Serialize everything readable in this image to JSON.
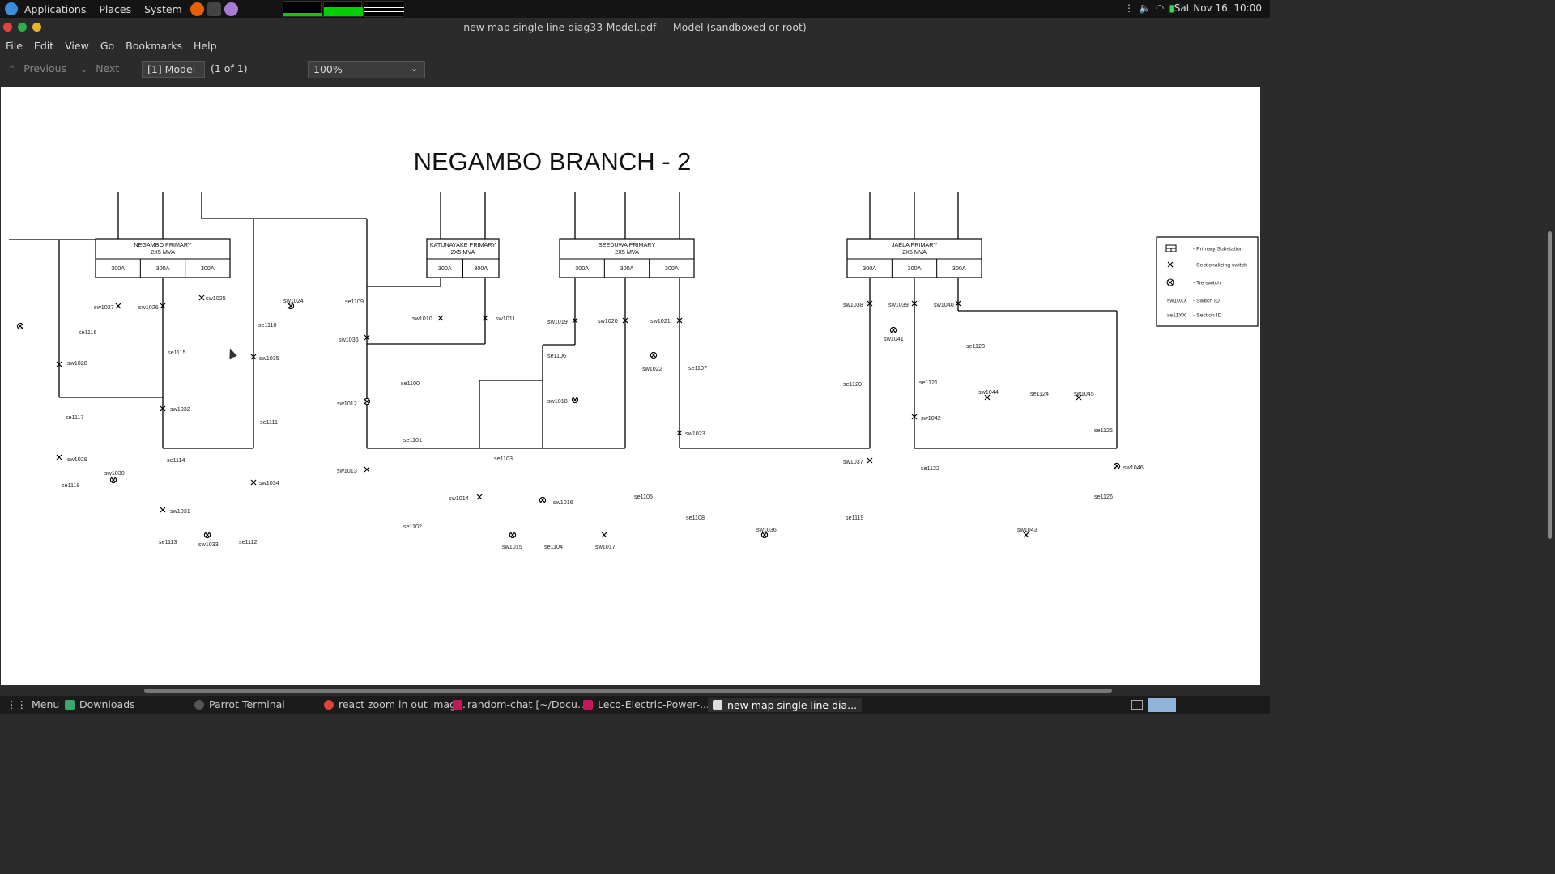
{
  "topbar": {
    "applications": "Applications",
    "places": "Places",
    "system": "System",
    "clock": "Sat Nov 16, 10:00"
  },
  "window": {
    "title": "new map single line diag33-Model.pdf — Model (sandboxed or root)"
  },
  "menu": [
    "File",
    "Edit",
    "View",
    "Go",
    "Bookmarks",
    "Help"
  ],
  "toolbar": {
    "previous": "Previous",
    "next": "Next",
    "page_value": "[1] Model",
    "page_count": "(1 of 1)",
    "zoom": "100%"
  },
  "diagram": {
    "title": "NEGAMBO BRANCH - 2",
    "substations": [
      {
        "name": "NEGAMBO PRIMARY",
        "rating": "2X5 MVA",
        "feeders": [
          "300A",
          "300A",
          "300A"
        ]
      },
      {
        "name": "KATUNAYAKE PRIMARY",
        "rating": "2X5 MVA",
        "feeders": [
          "300A",
          "300A"
        ]
      },
      {
        "name": "SEEDUWA PRIMARY",
        "rating": "2X5 MVA",
        "feeders": [
          "300A",
          "300A",
          "300A"
        ]
      },
      {
        "name": "JAELA PRIMARY",
        "rating": "2X5 MVA",
        "feeders": [
          "300A",
          "300A",
          "300A"
        ]
      }
    ],
    "legend": [
      {
        "icon": "substation",
        "text": "- Primary Substation"
      },
      {
        "icon": "sectionalizing",
        "text": "- Sectionalizing switch"
      },
      {
        "icon": "tie",
        "text": "- Tie switch"
      },
      {
        "icon": "label",
        "code": "sw10XX",
        "text": "- Switch ID"
      },
      {
        "icon": "label",
        "code": "se11XX",
        "text": "- Section ID"
      }
    ],
    "labels": {
      "sw1027": "sw1027",
      "sw1026": "sw1026",
      "sw1025": "sw1025",
      "sw1024": "sw1024",
      "se1109": "se1109",
      "se1116": "se1116",
      "se1110": "se1110",
      "se1115": "se1115",
      "sw1035": "sw1035",
      "sw1028": "sw1028",
      "sw1032": "sw1032",
      "se1117": "se1117",
      "se1111": "se1111",
      "se1114": "se1114",
      "sw1029": "sw1029",
      "sw1030": "sw1030",
      "se1118": "se1118",
      "sw1034": "sw1034",
      "sw1031": "sw1031",
      "se1113": "se1113",
      "sw1033": "sw1033",
      "se1112": "se1112",
      "sw1010": "sw1010",
      "sw1011": "sw1011",
      "sw1036a": "sw1036",
      "se1100": "se1100",
      "sw1012": "sw1012",
      "se1101": "se1101",
      "sw1013": "sw1013",
      "se1102": "se1102",
      "sw1019": "sw1019",
      "sw1020": "sw1020",
      "sw1021": "sw1021",
      "se1106": "se1106",
      "sw1022": "sw1022",
      "se1107": "se1107",
      "sw1018": "sw1018",
      "sw1023": "sw1023",
      "se1103": "se1103",
      "sw1014": "sw1014",
      "sw1016": "sw1016",
      "se1105": "se1105",
      "sw1015": "sw1015",
      "se1104": "se1104",
      "sw1017": "sw1017",
      "se1108": "se1108",
      "sw1036b": "sw1036",
      "sw1038": "sw1038",
      "sw1039": "sw1039",
      "sw1040": "sw1040",
      "sw1041": "sw1041",
      "se1123": "se1123",
      "se1120": "se1120",
      "se1121": "se1121",
      "sw1044": "sw1044",
      "se1124": "se1124",
      "sw1045": "sw1045",
      "sw1042": "sw1042",
      "se1125": "se1125",
      "sw1037": "sw1037",
      "se1122": "se1122",
      "sw1046": "sw1046",
      "se1126": "se1126",
      "se1119": "se1119",
      "sw1043": "sw1043"
    }
  },
  "taskbar": {
    "menu": "Menu",
    "items": [
      "Downloads",
      "Parrot Terminal",
      "react zoom in out imag...",
      "random-chat [~/Docu...",
      "Leco-Electric-Power-...",
      "new map single line dia..."
    ]
  },
  "colors": {
    "topbar": "#141414",
    "window": "#2b2b2b",
    "close": "#e0443e",
    "minimize": "#2bb14a",
    "maximize": "#e8b32c",
    "meter": "#00e000"
  }
}
